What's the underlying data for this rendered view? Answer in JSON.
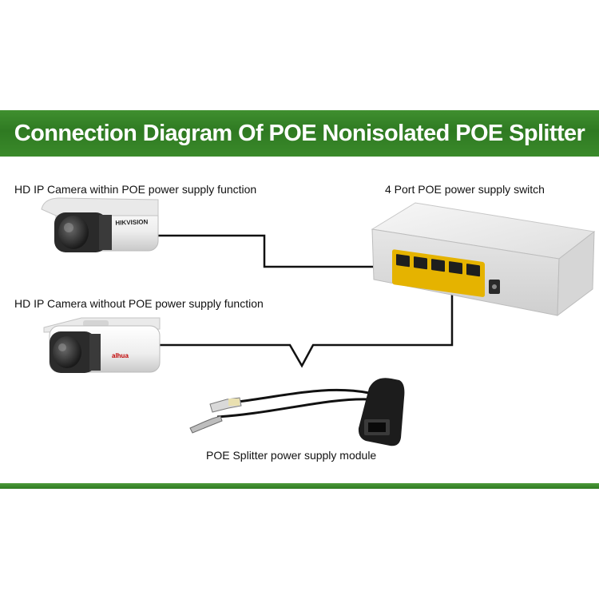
{
  "title": "Connection Diagram Of POE Nonisolated POE Splitter",
  "labels": {
    "camera_poe": "HD IP Camera within POE power supply function",
    "camera_non_poe": "HD IP Camera without POE power supply function",
    "switch": "4 Port POE power supply switch",
    "splitter": "POE Splitter power supply module"
  },
  "logos": {
    "camera_poe_brand": "HIKVISION",
    "camera_non_poe_brand": "alhua"
  },
  "colors": {
    "banner_green": "#2f7a22",
    "port_yellow": "#f2c200",
    "cable": "#111111",
    "device_white": "#f2f2f2"
  }
}
